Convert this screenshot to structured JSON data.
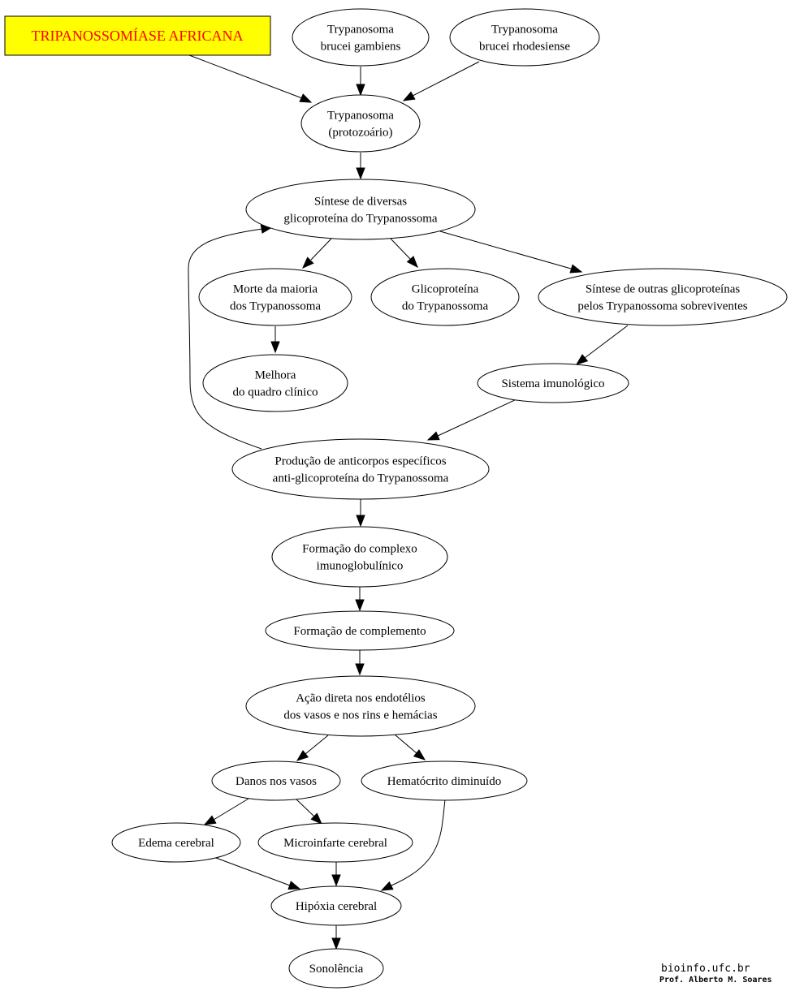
{
  "title": "TRIPANOSSOMÍASE AFRICANA",
  "colors": {
    "title_background": "#ffff00",
    "title_text": "#ff0000",
    "node_fill": "#ffffff",
    "stroke": "#000000"
  },
  "nodes": {
    "gambiens": [
      "Trypanosoma",
      "brucei gambiens"
    ],
    "rhodesiense": [
      "Trypanosoma",
      "brucei rhodesiense"
    ],
    "protozoario": [
      "Trypanosoma",
      "(protozoário)"
    ],
    "sintese": [
      "Síntese de diversas",
      "glicoproteína do Trypanossoma"
    ],
    "morte": [
      "Morte da maioria",
      "dos Trypanossoma"
    ],
    "glicoproteina": [
      "Glicoproteína",
      "do Trypanossoma"
    ],
    "sintese_outras": [
      "Síntese de outras glicoproteínas",
      "pelos Trypanossoma sobreviventes"
    ],
    "melhora": [
      "Melhora",
      "do quadro clínico"
    ],
    "sistema": [
      "Sistema imunológico"
    ],
    "producao": [
      "Produção de anticorpos específicos",
      "anti-glicoproteína do Trypanossoma"
    ],
    "complexo": [
      "Formação do complexo",
      "imunoglobulínico"
    ],
    "complemento": [
      "Formação de complemento"
    ],
    "acao": [
      "Ação direta nos endotélios",
      "dos vasos e nos rins e hemácias"
    ],
    "danos": [
      "Danos nos vasos"
    ],
    "hematocrito": [
      "Hematócrito diminuído"
    ],
    "edema": [
      "Edema cerebral"
    ],
    "microinfarte": [
      "Microinfarte cerebral"
    ],
    "hipoxia": [
      "Hipóxia cerebral"
    ],
    "sonolencia": [
      "Sonolência"
    ]
  },
  "edges": [
    [
      "title",
      "protozoario"
    ],
    [
      "gambiens",
      "protozoario"
    ],
    [
      "rhodesiense",
      "protozoario"
    ],
    [
      "protozoario",
      "sintese"
    ],
    [
      "sintese",
      "morte"
    ],
    [
      "sintese",
      "glicoproteina"
    ],
    [
      "sintese",
      "sintese_outras"
    ],
    [
      "morte",
      "melhora"
    ],
    [
      "sintese_outras",
      "sistema"
    ],
    [
      "sistema",
      "producao"
    ],
    [
      "producao",
      "sintese"
    ],
    [
      "producao",
      "complexo"
    ],
    [
      "complexo",
      "complemento"
    ],
    [
      "complemento",
      "acao"
    ],
    [
      "acao",
      "danos"
    ],
    [
      "acao",
      "hematocrito"
    ],
    [
      "danos",
      "edema"
    ],
    [
      "danos",
      "microinfarte"
    ],
    [
      "edema",
      "hipoxia"
    ],
    [
      "microinfarte",
      "hipoxia"
    ],
    [
      "hematocrito",
      "hipoxia"
    ],
    [
      "hipoxia",
      "sonolencia"
    ]
  ],
  "footer": {
    "site": "bioinfo.ufc.br",
    "author": "Prof. Alberto M. Soares"
  }
}
